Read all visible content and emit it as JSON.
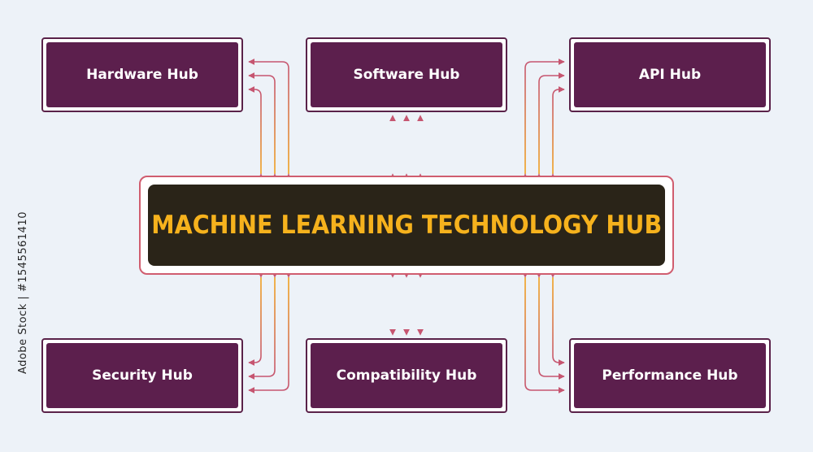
{
  "center": {
    "title": "MACHINE LEARNING TECHNOLOGY HUB"
  },
  "hubs": {
    "hardware": "Hardware Hub",
    "software": "Software Hub",
    "api": "API Hub",
    "security": "Security Hub",
    "compatibility": "Compatibility Hub",
    "performance": "Performance Hub"
  },
  "watermark": {
    "stock_id": "Adobe Stock | #1545561410"
  },
  "colors": {
    "hub_fill": "#5c1f4d",
    "center_fill": "#2a2418",
    "center_text": "#f6b21d",
    "connector_warm": "#f2a41e",
    "connector_cool": "#c65570",
    "background": "#edf2f8"
  }
}
